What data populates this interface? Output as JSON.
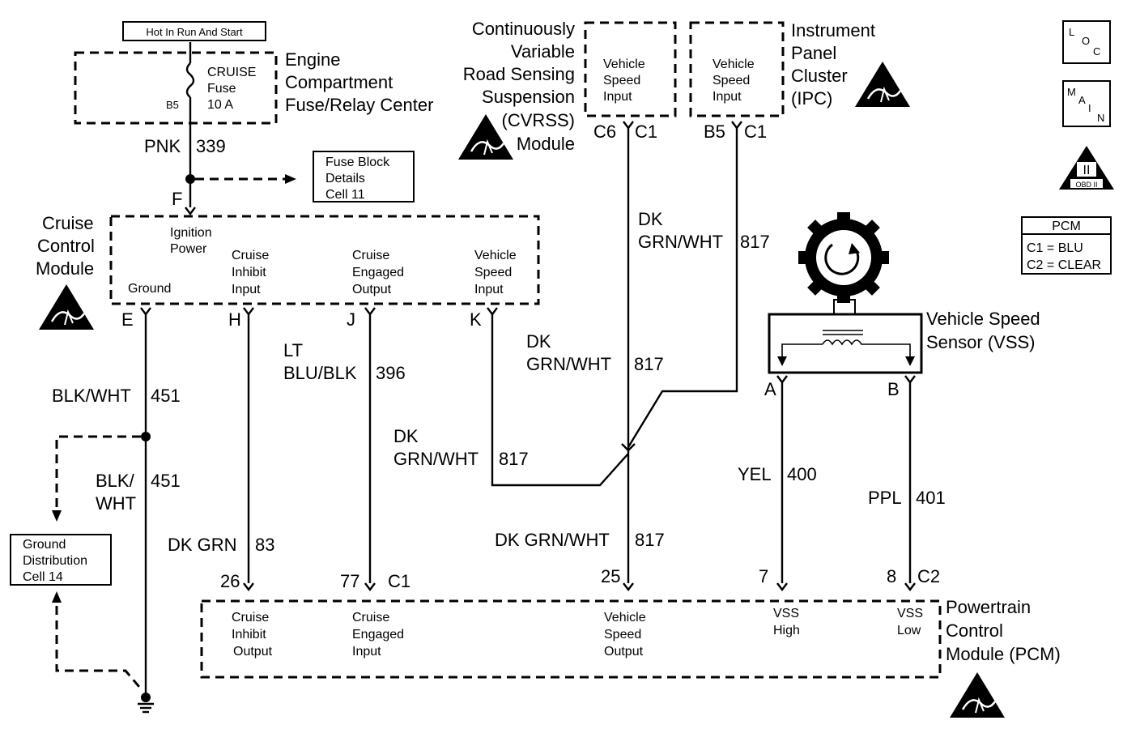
{
  "hot_label": "Hot In Run And Start",
  "engine_center": {
    "fuse_name": "CRUISE",
    "fuse_word": "Fuse",
    "fuse_rating": "10 A",
    "fuse_pin": "B5",
    "title": [
      "Engine",
      "Compartment",
      "Fuse/Relay Center"
    ]
  },
  "wire_pnk": {
    "color": "PNK",
    "circuit": "339"
  },
  "fuse_block_ref": [
    "Fuse Block",
    "Details",
    "Cell 11"
  ],
  "cvrss": {
    "title": [
      "Continuously",
      "Variable",
      "Road Sensing",
      "Suspension",
      "(CVRSS)",
      "Module"
    ],
    "input": [
      "Vehicle",
      "Speed",
      "Input"
    ],
    "pin": "C6",
    "conn": "C1"
  },
  "ipc": {
    "title": [
      "Instrument",
      "Panel",
      "Cluster",
      "(IPC)"
    ],
    "input": [
      "Vehicle",
      "Speed",
      "Input"
    ],
    "pin": "B5",
    "conn": "C1"
  },
  "side_icons": {
    "loc": [
      "L",
      "O",
      "C"
    ],
    "main": [
      "M",
      "A",
      "I",
      "N"
    ],
    "obd": [
      "II",
      "OBD II"
    ]
  },
  "pcm_legend": {
    "title": "PCM",
    "lines": [
      "C1 = BLU",
      "C2 = CLEAR"
    ]
  },
  "ccm": {
    "title": [
      "Cruise",
      "Control",
      "Module"
    ],
    "pin_f": "F",
    "ign": [
      "Ignition",
      "Power"
    ],
    "ground": "Ground",
    "inhibit": [
      "Cruise",
      "Inhibit",
      "Input"
    ],
    "engaged": [
      "Cruise",
      "Engaged",
      "Output"
    ],
    "vss": [
      "Vehicle",
      "Speed",
      "Input"
    ],
    "pins": {
      "e": "E",
      "h": "H",
      "j": "J",
      "k": "K"
    }
  },
  "vss_sensor": {
    "title": [
      "Vehicle Speed",
      "Sensor (VSS)"
    ],
    "pin_a": "A",
    "pin_b": "B"
  },
  "wires": {
    "blkwht_color": "BLK/WHT",
    "blkwht_circuit": "451",
    "blkwht2_color": [
      "BLK/",
      "WHT"
    ],
    "blkwht2_circuit": "451",
    "ltblu_color": [
      "LT",
      "BLU/BLK"
    ],
    "ltblu_circuit": "396",
    "dkgrn_ipc": [
      "DK",
      "GRN/WHT"
    ],
    "dkgrn_ipc_circuit": "817",
    "dkgrn_cvrss": [
      "DK",
      "GRN/WHT"
    ],
    "dkgrn_cvrss_circuit": "817",
    "dkgrn_ccm": [
      "DK",
      "GRN/WHT"
    ],
    "dkgrn_ccm_circuit": "817",
    "dkgrn83": "DK GRN",
    "dkgrn83_circuit": "83",
    "dkgrn_pcm": "DK GRN/WHT",
    "dkgrn_pcm_circuit": "817",
    "yel": "YEL",
    "yel_circuit": "400",
    "ppl": "PPL",
    "ppl_circuit": "401"
  },
  "ground_dist": [
    "Ground",
    "Distribution",
    "Cell 14"
  ],
  "pcm": {
    "title": [
      "Powertrain",
      "Control",
      "Module (PCM)"
    ],
    "pins": {
      "p26": "26",
      "p77": "77",
      "c1": "C1",
      "p25": "25",
      "p7": "7",
      "p8": "8",
      "c2": "C2"
    },
    "inhibit": [
      "Cruise",
      "Inhibit",
      "Output"
    ],
    "engaged": [
      "Cruise",
      "Engaged",
      "Input"
    ],
    "vso": [
      "Vehicle",
      "Speed",
      "Output"
    ],
    "vss_high": [
      "VSS",
      "High"
    ],
    "vss_low": [
      "VSS",
      "Low"
    ]
  }
}
